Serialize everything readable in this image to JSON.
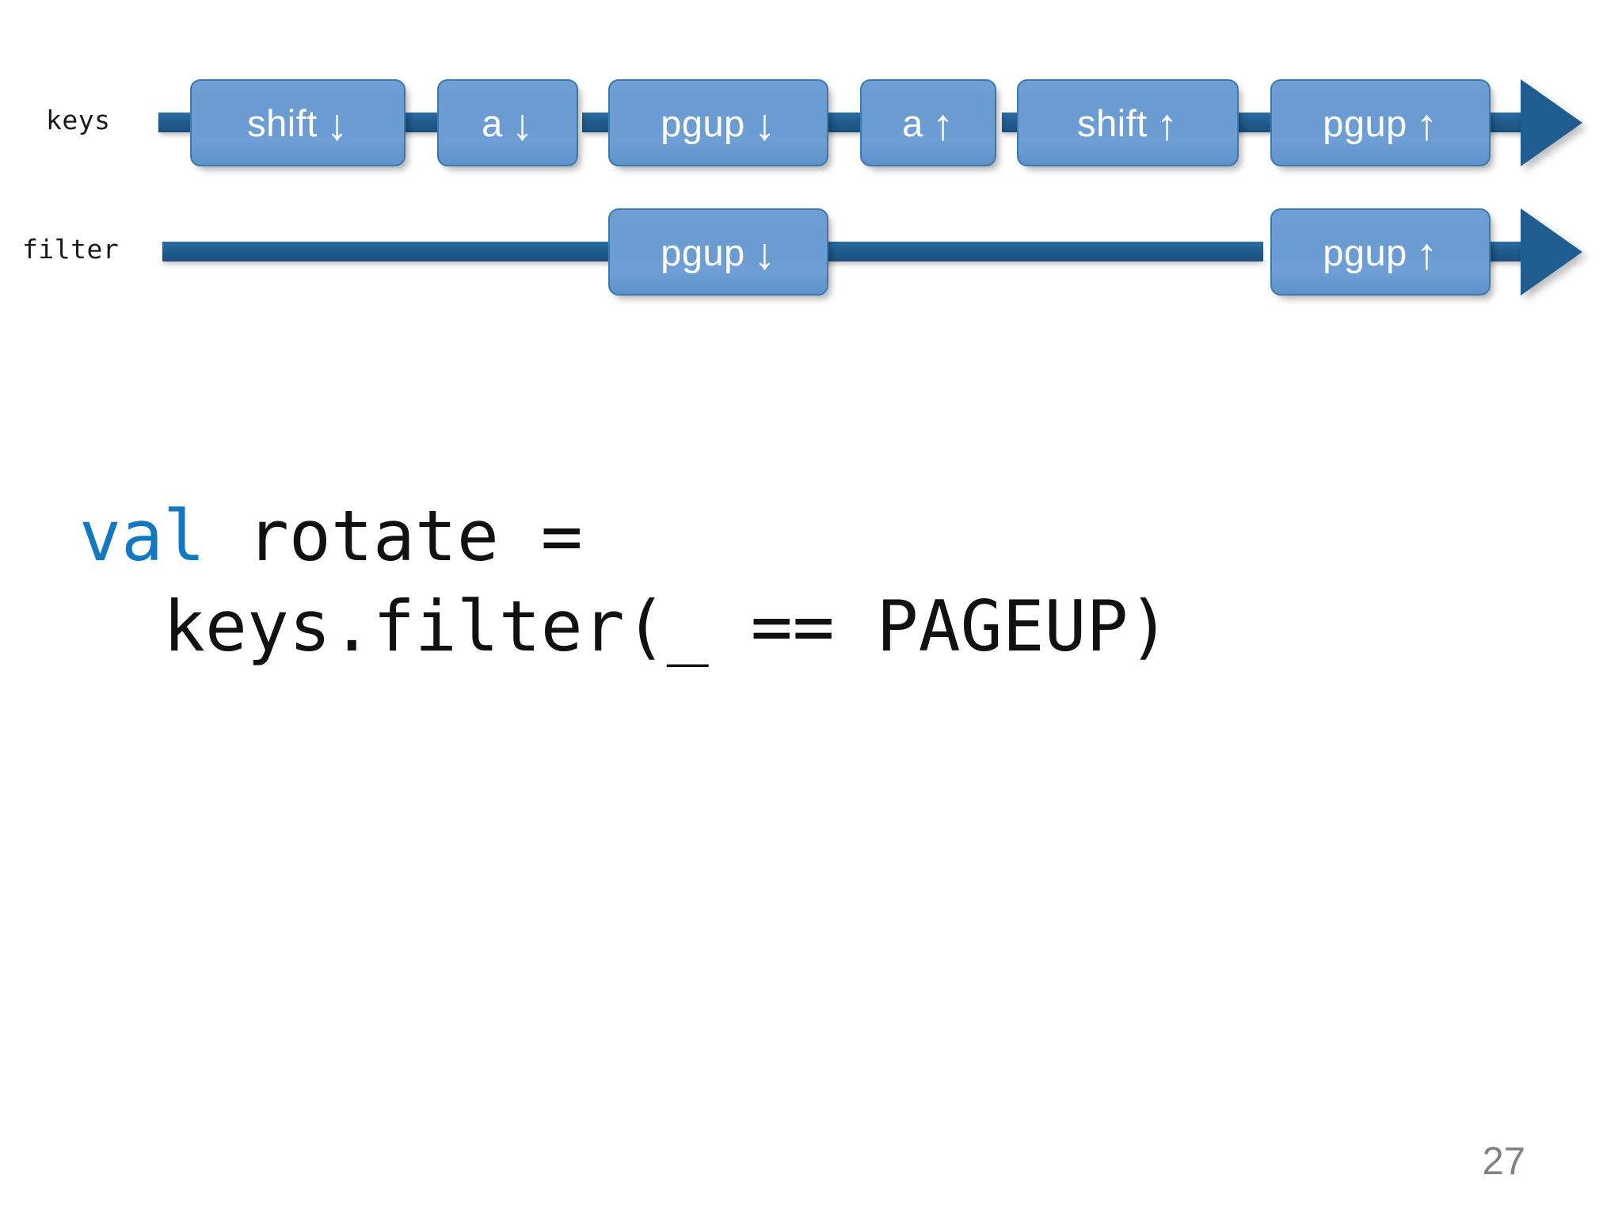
{
  "slide": {
    "page_number": "27",
    "background_color": "#ffffff"
  },
  "colors": {
    "box_fill": "#6a9bd1",
    "box_border": "#3b7ab0",
    "timeline": "#215c8f",
    "arrowhead": "#1f5c90",
    "keyword": "#1279c0",
    "code_text": "#111111",
    "page_number": "#808285"
  },
  "diagram": {
    "rows": [
      {
        "label": "keys",
        "events": [
          {
            "label": "shift",
            "direction": "down",
            "arrow": "↓"
          },
          {
            "label": "a",
            "direction": "down",
            "arrow": "↓"
          },
          {
            "label": "pgup",
            "direction": "down",
            "arrow": "↓"
          },
          {
            "label": "a",
            "direction": "up",
            "arrow": "↑"
          },
          {
            "label": "shift",
            "direction": "up",
            "arrow": "↑"
          },
          {
            "label": "pgup",
            "direction": "up",
            "arrow": "↑"
          }
        ]
      },
      {
        "label": "filter",
        "events": [
          {
            "label": "pgup",
            "direction": "down",
            "arrow": "↓"
          },
          {
            "label": "pgup",
            "direction": "up",
            "arrow": "↑"
          }
        ]
      }
    ]
  },
  "code": {
    "line1_keyword": "val",
    "line1_rest": " rotate =",
    "line2": "  keys.filter(_ == PAGEUP)"
  }
}
